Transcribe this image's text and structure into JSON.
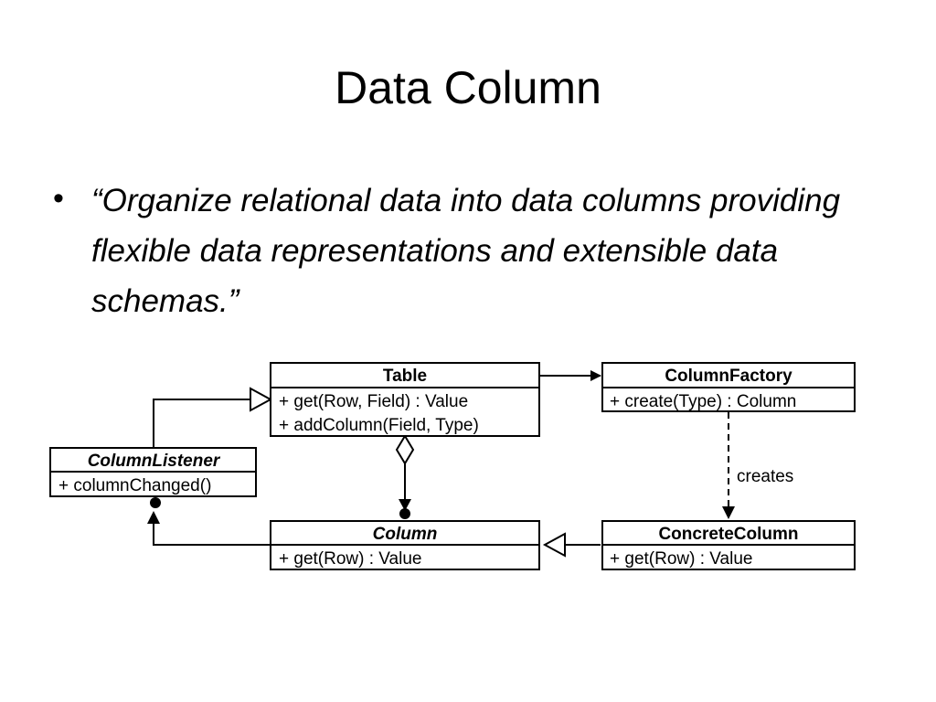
{
  "slide": {
    "title": "Data Column",
    "quote": "“Organize relational data into data columns providing flexible data representations and extensible data schemas.”"
  },
  "diagram": {
    "classes": {
      "table": {
        "name": "Table",
        "abstract": false,
        "methods": [
          "+ get(Row, Field) : Value",
          "+ addColumn(Field, Type)"
        ]
      },
      "column_factory": {
        "name": "ColumnFactory",
        "abstract": false,
        "methods": [
          "+ create(Type) : Column"
        ]
      },
      "column_listener": {
        "name": "ColumnListener",
        "abstract": true,
        "methods": [
          "+ columnChanged()"
        ]
      },
      "column": {
        "name": "Column",
        "abstract": true,
        "methods": [
          "+ get(Row) : Value"
        ]
      },
      "concrete_column": {
        "name": "ConcreteColumn",
        "abstract": false,
        "methods": [
          "+ get(Row) : Value"
        ]
      }
    },
    "relations": {
      "creates_label": "creates"
    }
  }
}
